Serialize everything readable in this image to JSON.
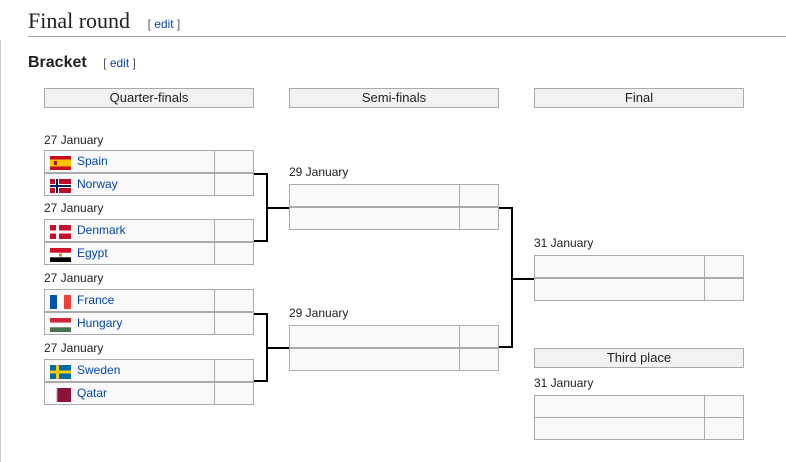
{
  "section": {
    "title": "Final round",
    "edit_label": "edit",
    "bracket_title": "Bracket"
  },
  "rounds": {
    "qf": "Quarter-finals",
    "sf": "Semi-finals",
    "final": "Final",
    "third": "Third place"
  },
  "dates": {
    "qf": "27 January",
    "sf": "29 January",
    "final": "31 January"
  },
  "teams": [
    {
      "name": "Spain",
      "flag": "spain-flag-icon"
    },
    {
      "name": "Norway",
      "flag": "norway-flag-icon"
    },
    {
      "name": "Denmark",
      "flag": "denmark-flag-icon"
    },
    {
      "name": "Egypt",
      "flag": "egypt-flag-icon"
    },
    {
      "name": "France",
      "flag": "france-flag-icon"
    },
    {
      "name": "Hungary",
      "flag": "hungary-flag-icon"
    },
    {
      "name": "Sweden",
      "flag": "sweden-flag-icon"
    },
    {
      "name": "Qatar",
      "flag": "qatar-flag-icon"
    }
  ],
  "colors": {
    "link": "#0645ad",
    "header_bg": "#f2f2f2",
    "cell_bg": "#f9f9f9",
    "border": "#aaaaaa"
  }
}
